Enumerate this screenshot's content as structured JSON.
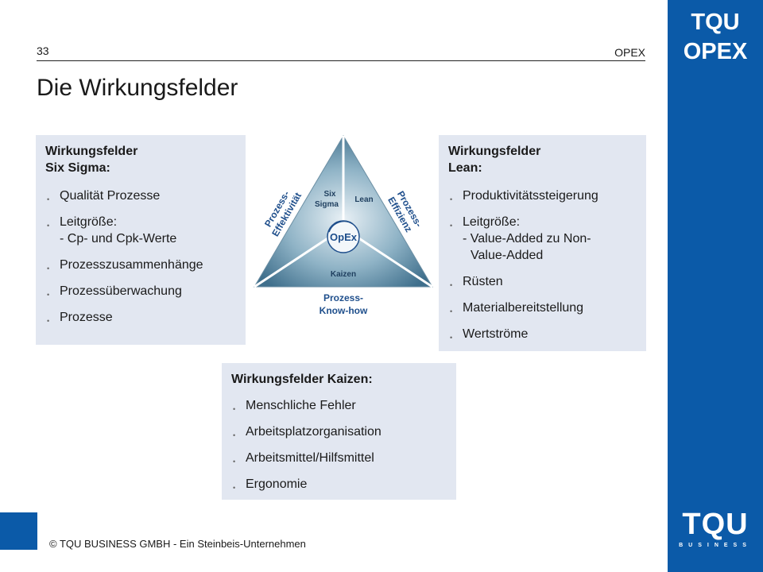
{
  "header": {
    "page_number": "33",
    "section": "OPEX",
    "title": "Die Wirkungsfelder"
  },
  "brand": {
    "line1": "TQU",
    "line2": "OPEX",
    "logo": "TQU",
    "logo_sub": "BUSINESS"
  },
  "boxes": {
    "six_sigma": {
      "title_line1": "Wirkungsfelder",
      "title_line2": "Six Sigma:",
      "items": [
        "Qualität Prozesse",
        "Leitgröße:",
        "- Cp- und Cpk-Werte",
        "Prozesszusammenhänge",
        "Prozessüberwachung",
        "Prozesse"
      ]
    },
    "lean": {
      "title_line1": "Wirkungsfelder",
      "title_line2": "Lean:",
      "items": [
        "Produktivitätssteigerung",
        "Leitgröße:",
        "- Value-Added zu Non-",
        "Value-Added",
        "Rüsten",
        "Materialbereitstellung",
        "Wertströme"
      ]
    },
    "kaizen": {
      "title": "Wirkungsfelder Kaizen:",
      "items": [
        "Menschliche Fehler",
        "Arbeitsplatzorganisation",
        "Arbeitsmittel/Hilfsmittel",
        "Ergonomie"
      ]
    }
  },
  "diagram": {
    "left_label_line1": "Prozess-",
    "left_label_line2": "Effektivität",
    "right_label_line1": "Prozess-",
    "right_label_line2": "Effizienz",
    "bottom_label_line1": "Prozess-",
    "bottom_label_line2": "Know-how",
    "segment_six_line1": "Six",
    "segment_six_line2": "Sigma",
    "segment_lean": "Lean",
    "segment_kaizen": "Kaizen",
    "center": "OpEx"
  },
  "footer": {
    "text": "© TQU BUSINESS GMBH - Ein Steinbeis-Unternehmen"
  },
  "colors": {
    "brand_blue": "#0b5aa8",
    "box_bg": "#e2e7f1",
    "label_blue": "#1f4f8c"
  }
}
